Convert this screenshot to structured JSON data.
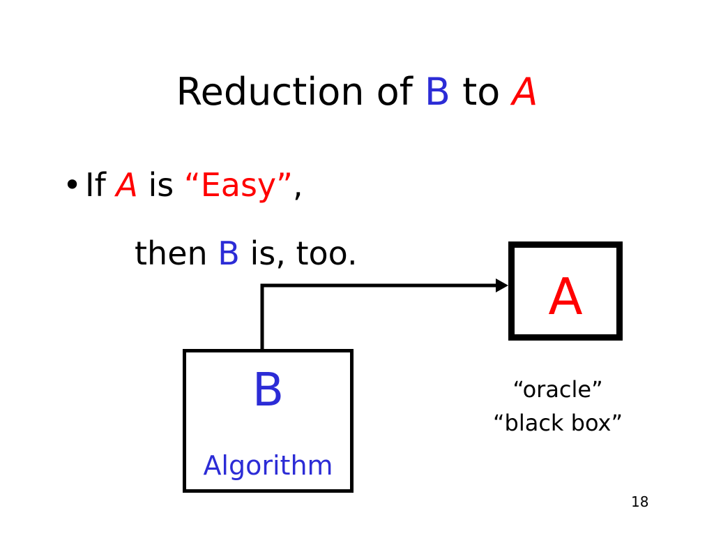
{
  "slide": {
    "title": {
      "prefix": "Reduction of ",
      "b": "B",
      "middle": " to ",
      "a": "A"
    },
    "bullet": {
      "marker": "•",
      "line1_if": "If ",
      "line1_a": "A",
      "line1_is": " is ",
      "line1_easy": "“Easy”",
      "line1_comma": ",",
      "line2_then": "then ",
      "line2_b": "B",
      "line2_rest": " is, too."
    },
    "diagram": {
      "oracle_box_label": "A",
      "algorithm_box_label": "B",
      "algorithm_box_sublabel": "Algorithm",
      "note_line1": "“oracle”",
      "note_line2": "“black box”"
    },
    "page_number": "18"
  },
  "colors": {
    "blue": "#2c2cd6",
    "red": "#ff0000",
    "black": "#000000"
  }
}
